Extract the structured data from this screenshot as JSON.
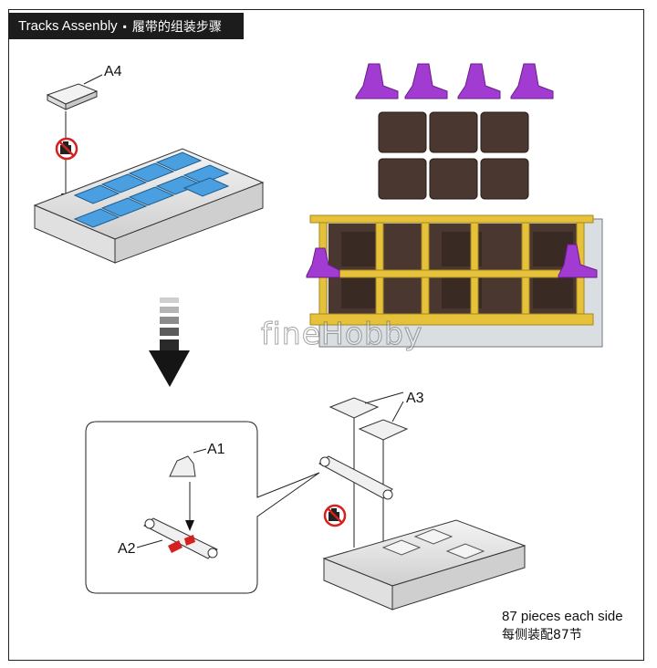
{
  "header": {
    "title": "Tracks Assenbly",
    "separator": "▪",
    "title_cn": "履带的组装步骤"
  },
  "parts": {
    "a1": "A1",
    "a2": "A2",
    "a3": "A3",
    "a4": "A4"
  },
  "watermark": "fineHobby",
  "note": {
    "line1": "87 pieces each side",
    "line2": "每侧装配87节"
  },
  "icons": {
    "no_glue": "no-glue-icon",
    "direction": "down-arrow-icon"
  },
  "colors": {
    "jig": "#e8e8e8",
    "track_shoe_blue": "#4a9fe0",
    "track_pad_brown": "#4a3730",
    "guide_horn_purple": "#a23bd1",
    "link_pin_yellow": "#e6c23a",
    "no_glue_red": "#d62020"
  }
}
